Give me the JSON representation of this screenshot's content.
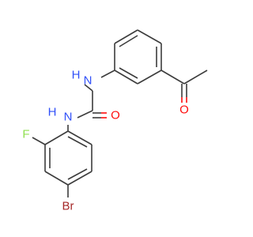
{
  "molecule": {
    "atoms": {
      "nh_top": "H",
      "n_top": "N",
      "nh_bottom": "H",
      "n_bottom": "N",
      "carbonyl_o_urea": "O",
      "carbonyl_o_acetyl": "O",
      "fluorine": "F",
      "bromine": "Br"
    },
    "colors": {
      "bond": "#3c3c3c",
      "nitrogen": "#3050f8",
      "oxygen": "#ff0d0d",
      "fluorine": "#90e050",
      "bromine": "#a62929"
    }
  }
}
